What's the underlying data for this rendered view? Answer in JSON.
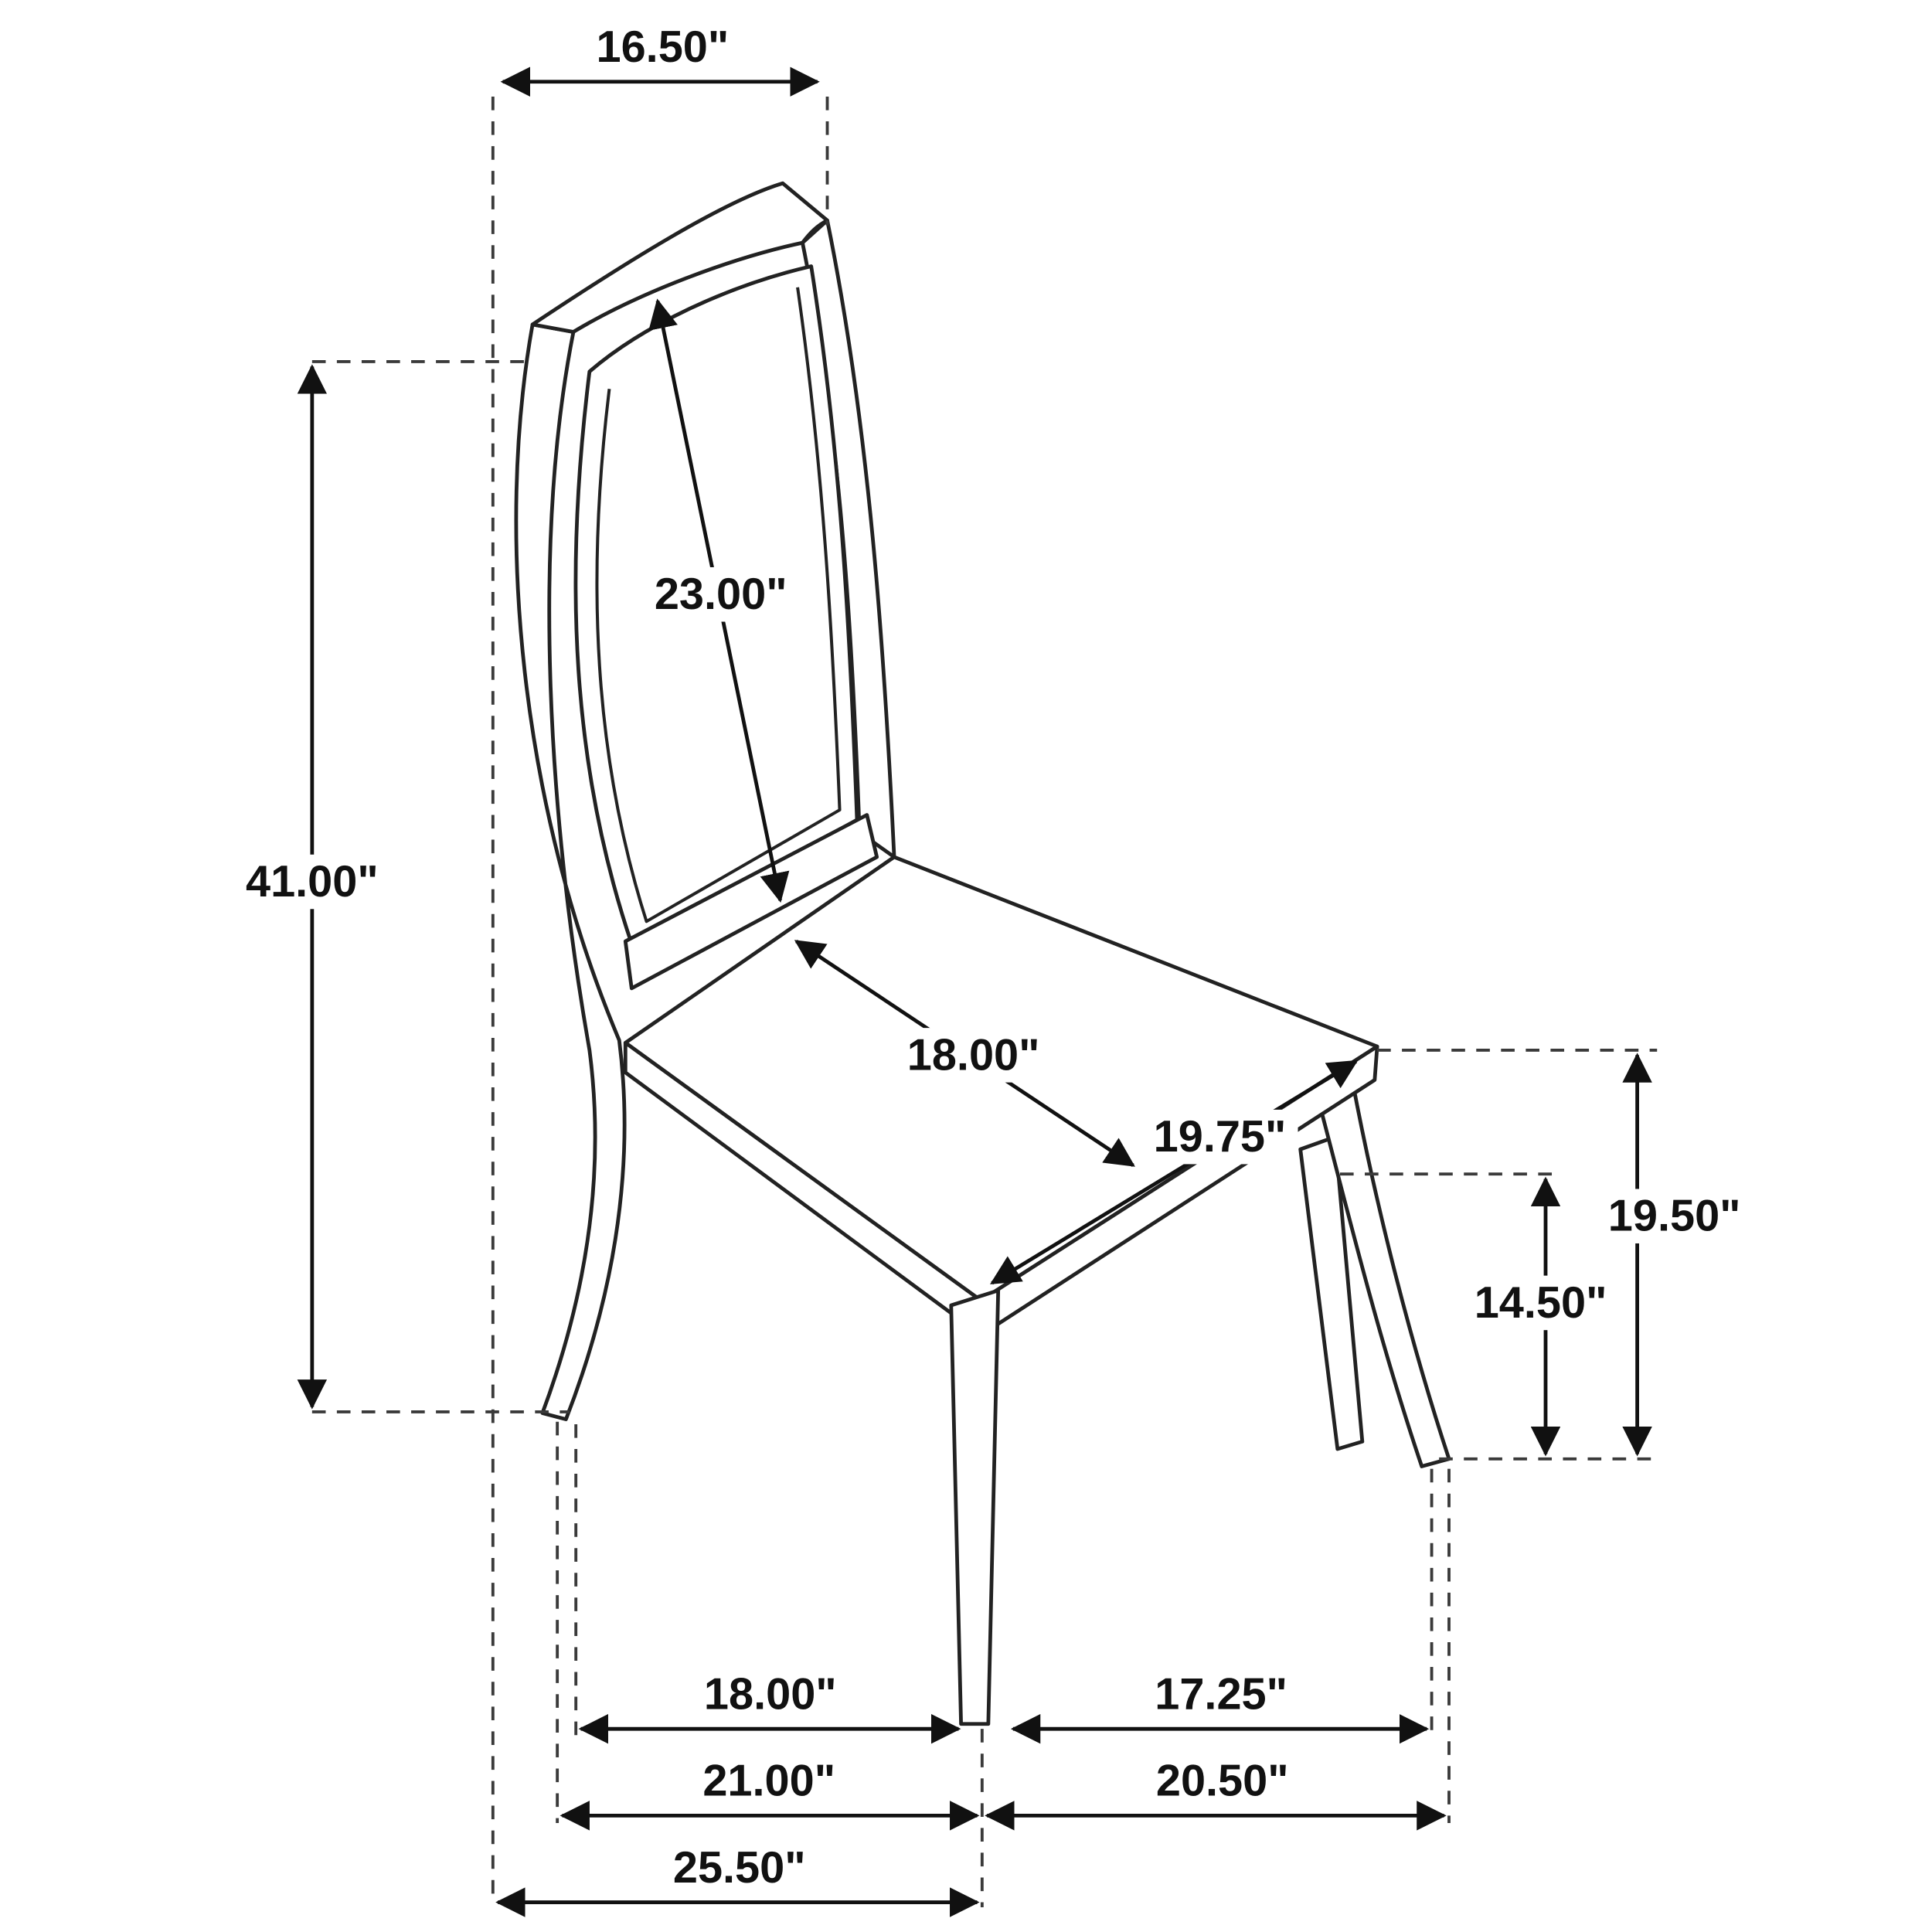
{
  "page": {
    "background": "#ffffff"
  },
  "diagram": {
    "type": "furniture-dimension-diagram",
    "subject": "dining-side-chair-line-drawing",
    "colors": {
      "chair_line": "#222222",
      "dimension_line": "#111111",
      "extension_line": "#3a3a3a",
      "background": "#ffffff"
    },
    "dimensions": {
      "top_back_width": "16.50\"",
      "back_height": "23.00\"",
      "overall_height": "41.00\"",
      "seat_depth": "18.00\"",
      "seat_front_width": "19.75\"",
      "seat_height": "19.50\"",
      "apron_to_floor": "14.50\"",
      "leg_span_front_inner": "18.00\"",
      "leg_span_side_inner": "17.25\"",
      "leg_span_front_outer": "21.00\"",
      "leg_span_side_outer": "20.50\"",
      "overall_depth": "25.50\""
    }
  }
}
